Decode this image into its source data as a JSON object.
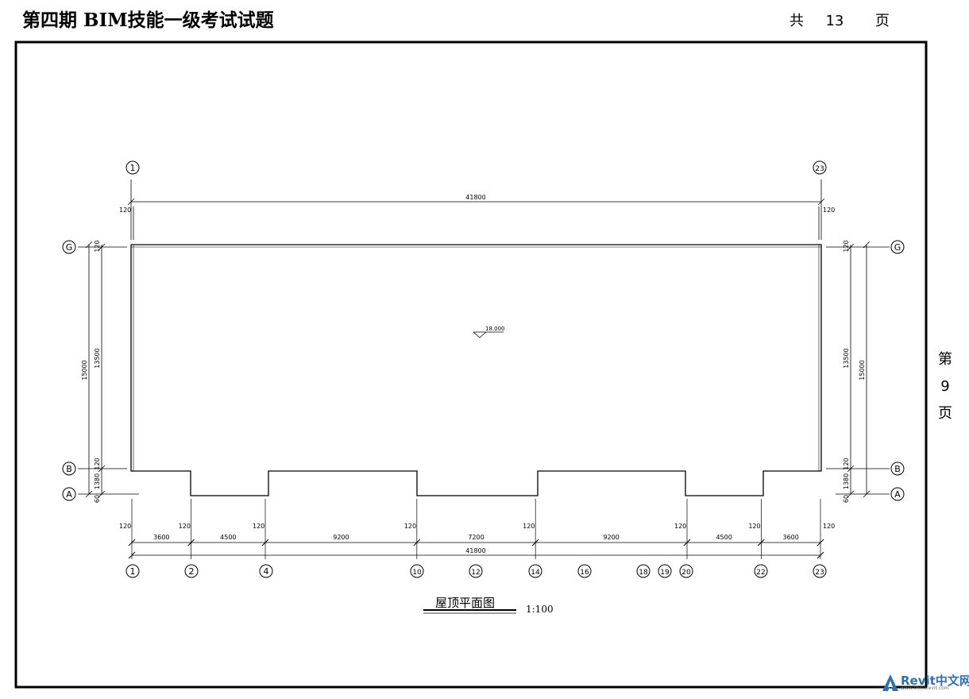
{
  "header": {
    "title": "第四期 BIM技能一级考试试题",
    "total_prefix": "共",
    "total_pages": "13",
    "total_suffix": "页"
  },
  "side_page": {
    "prefix": "第",
    "number": "9",
    "suffix": "页"
  },
  "drawing": {
    "title": "屋顶平面图",
    "scale": "1:100",
    "elevation": "18.000",
    "overall_dim_top": "41800",
    "overall_dim_bottom": "41800",
    "dim_120": "120",
    "left_dims": {
      "outer": "15000",
      "inner": "13500",
      "g_offset": "120",
      "b_offset": "120",
      "ab": "1380",
      "a_offset": "60"
    },
    "right_dims": {
      "outer": "15000",
      "inner": "13500",
      "g_offset": "120",
      "b_offset": "120",
      "ab": "1380",
      "a_offset": "60"
    },
    "top_axes": [
      "1",
      "23"
    ],
    "bottom_axes": [
      "1",
      "2",
      "4",
      "10",
      "12",
      "14",
      "16",
      "18",
      "19",
      "20",
      "22",
      "23"
    ],
    "row_axes": [
      "G",
      "B",
      "A"
    ],
    "bottom_segments": [
      "3600",
      "4500",
      "9200",
      "7200",
      "9200",
      "4500",
      "3600"
    ]
  },
  "watermark": {
    "text": "Revit中文网",
    "url": "www.chinarevit.com"
  },
  "colors": {
    "line": "#000000",
    "watermark": "#2f6fb3"
  }
}
